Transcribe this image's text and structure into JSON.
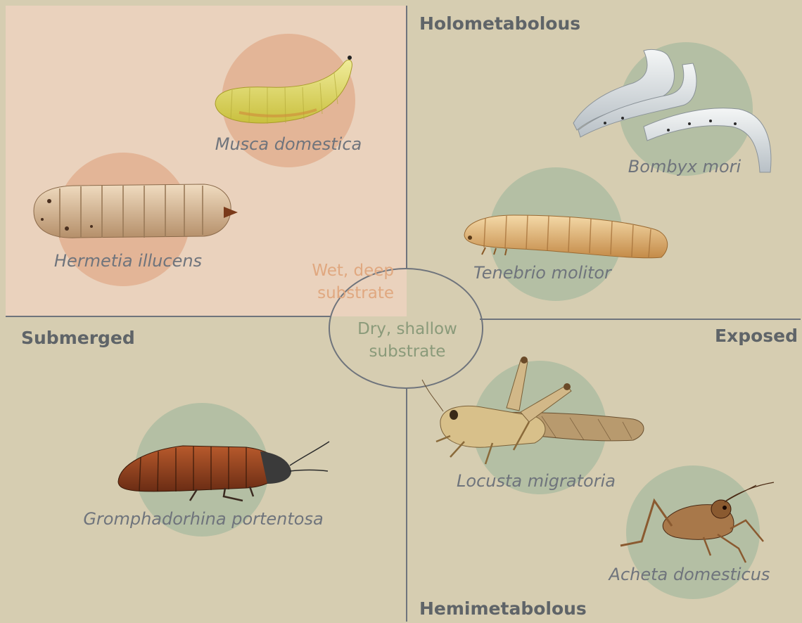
{
  "axis_labels": {
    "top": "Holometabolous",
    "bottom": "Hemimetabolous",
    "left": "Submerged",
    "right": "Exposed"
  },
  "zones": {
    "wet": {
      "line1": "Wet, deep",
      "line2": "substrate"
    },
    "dry": {
      "line1": "Dry, shallow",
      "line2": "substrate"
    }
  },
  "species": [
    {
      "name": "Musca domestica"
    },
    {
      "name": "Hermetia illucens"
    },
    {
      "name": "Bombyx mori"
    },
    {
      "name": "Tenebrio molitor"
    },
    {
      "name": "Gromphadorhina portentosa"
    },
    {
      "name": "Locusta migratoria"
    },
    {
      "name": "Acheta domesticus"
    }
  ],
  "colors": {
    "background": "#d6cdb1",
    "wet_panel": "#ead2bd",
    "orange_circle": "#e3b597",
    "green_circle": "#b4bfa4",
    "axis_line": "#6f747c",
    "species_text": "#6f747c",
    "axis_text": "#5f6468",
    "wet_text": "#e0a880",
    "dry_text": "#8a9a7a"
  }
}
